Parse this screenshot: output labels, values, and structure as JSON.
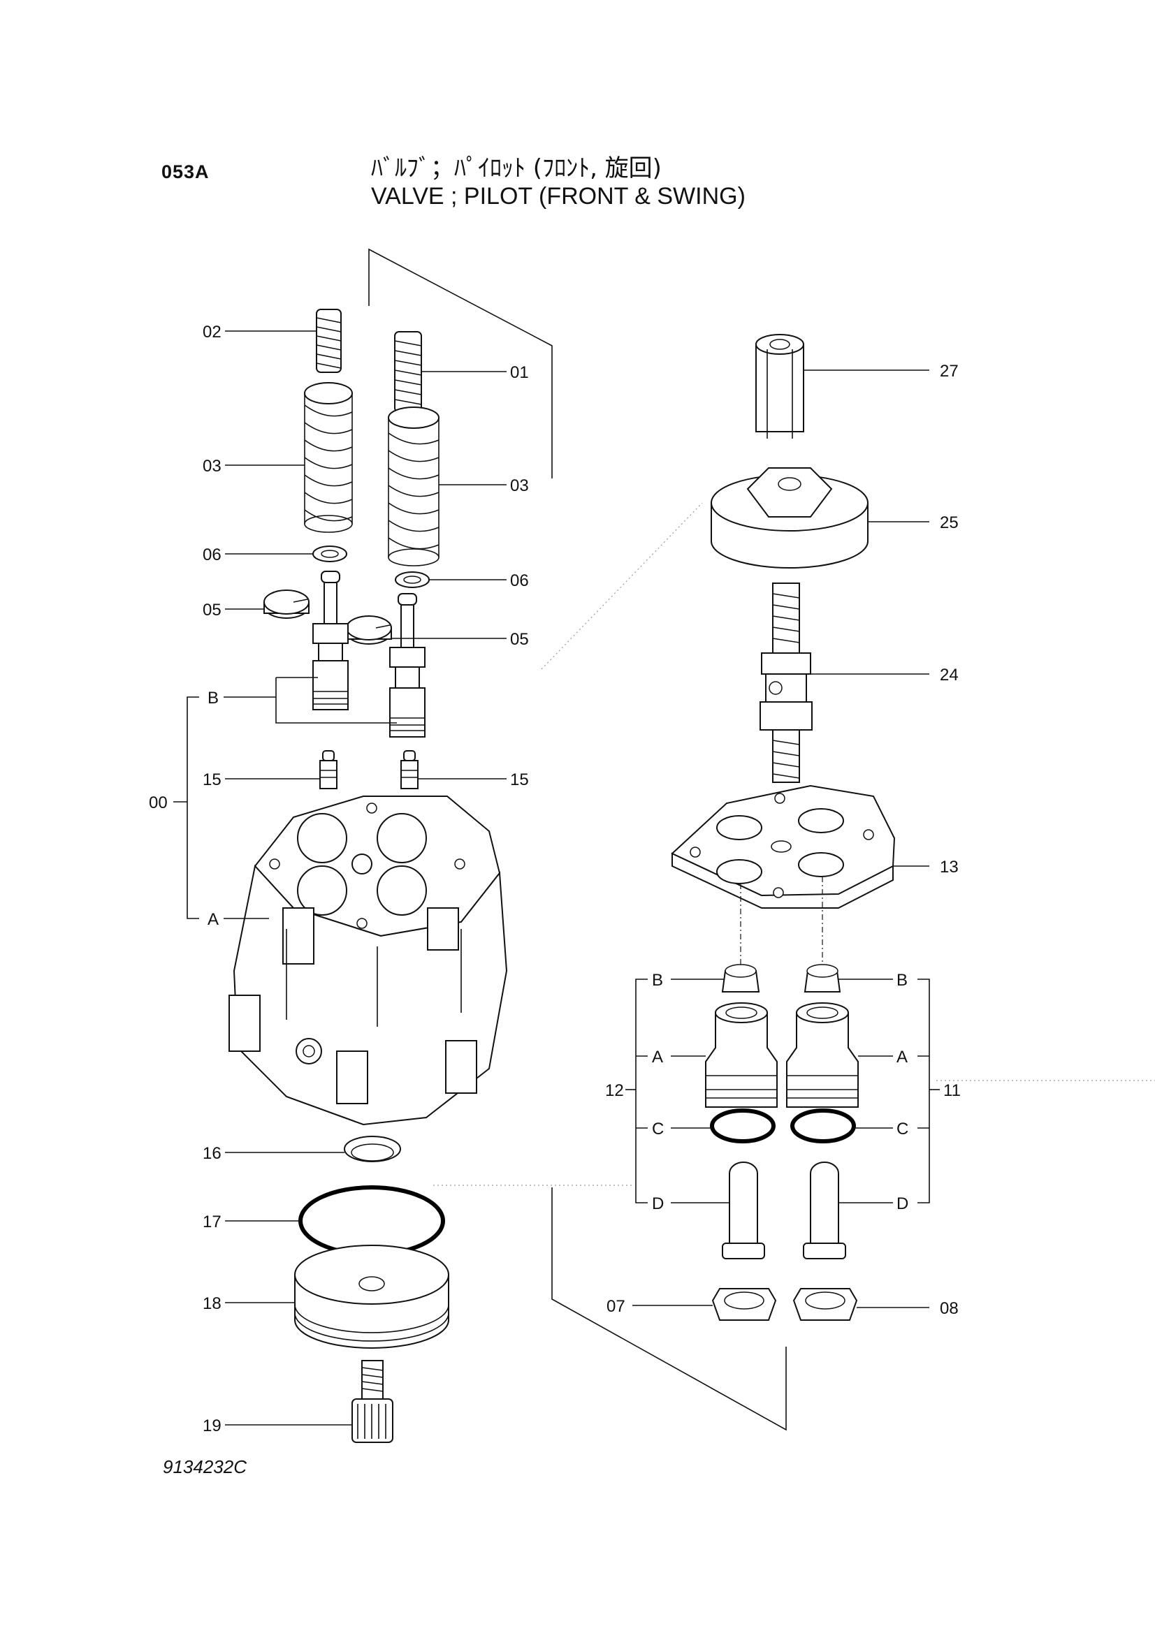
{
  "header": {
    "page_code": "053A",
    "title_jp": "ﾊﾞﾙﾌﾞ；ﾊﾟｲﾛｯﾄ (ﾌﾛﾝﾄ, 旋回)",
    "title_en": "VALVE ; PILOT (FRONT & SWING)"
  },
  "drawing_number": "9134232C",
  "callouts": {
    "c00": "00",
    "c01": "01",
    "c02": "02",
    "c03a": "03",
    "c03b": "03",
    "c05a": "05",
    "c05b": "05",
    "c06a": "06",
    "c06b": "06",
    "c07": "07",
    "c08": "08",
    "c11": "11",
    "c12": "12",
    "c13": "13",
    "c15a": "15",
    "c15b": "15",
    "c16": "16",
    "c17": "17",
    "c18": "18",
    "c19": "19",
    "c24": "24",
    "c25": "25",
    "c27": "27",
    "left_A": "A",
    "left_B": "B",
    "r12_A": "A",
    "r12_B": "B",
    "r12_C": "C",
    "r12_D": "D",
    "r11_A": "A",
    "r11_B": "B",
    "r11_C": "C",
    "r11_D": "D"
  }
}
